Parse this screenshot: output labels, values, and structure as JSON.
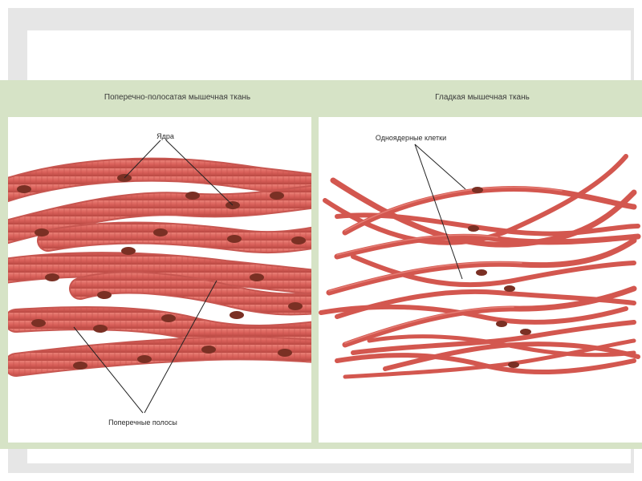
{
  "slide": {
    "background_color": "#d6e3c6",
    "fiber_color": "#d9605a",
    "nucleus_color": "#7a3024"
  },
  "left_panel": {
    "title": "Поперечно-полосатая мышечная ткань",
    "label_nuclei": "Ядра",
    "label_striations": "Поперечные полосы"
  },
  "right_panel": {
    "title": "Гладкая мышечная ткань",
    "label_cells": "Одноядерные клетки"
  }
}
